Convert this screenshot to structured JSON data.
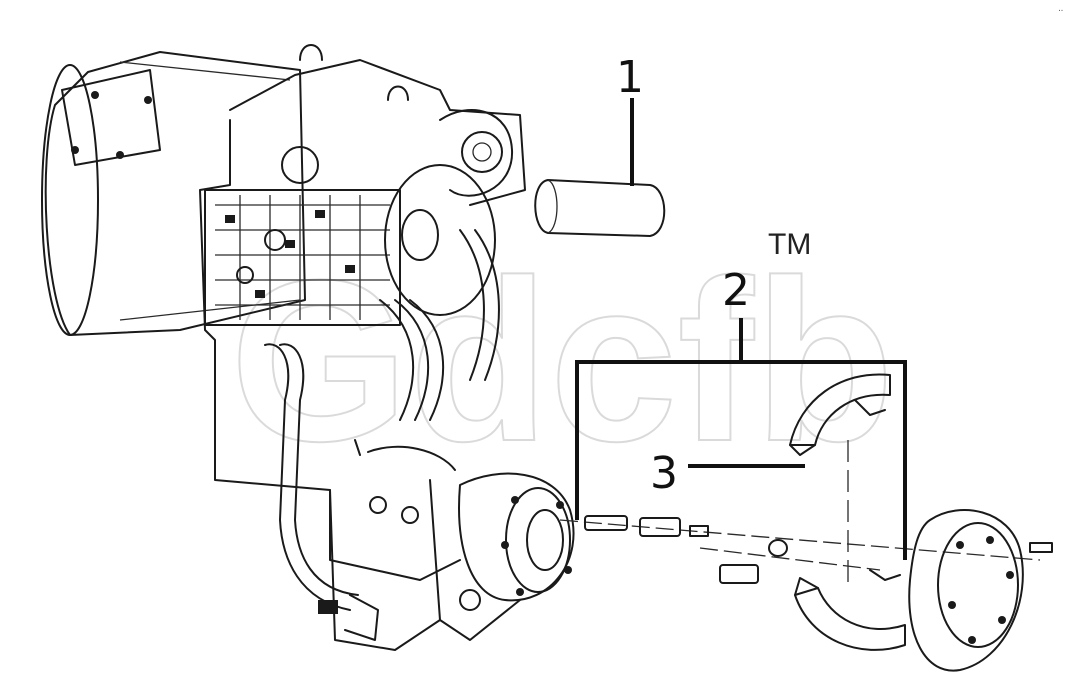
{
  "figure": {
    "callouts": {
      "c1": "1",
      "c2": "2",
      "c3": "3"
    },
    "watermark": {
      "brand": "Gdcfb",
      "trademark": "TM"
    },
    "corner_mark": "ᐧᐧ"
  },
  "parts": [
    {
      "id": "1",
      "name": "cylindrical-filter"
    },
    {
      "id": "2",
      "name": "brake-assembly"
    },
    {
      "id": "3",
      "name": "brake-shoe"
    }
  ]
}
